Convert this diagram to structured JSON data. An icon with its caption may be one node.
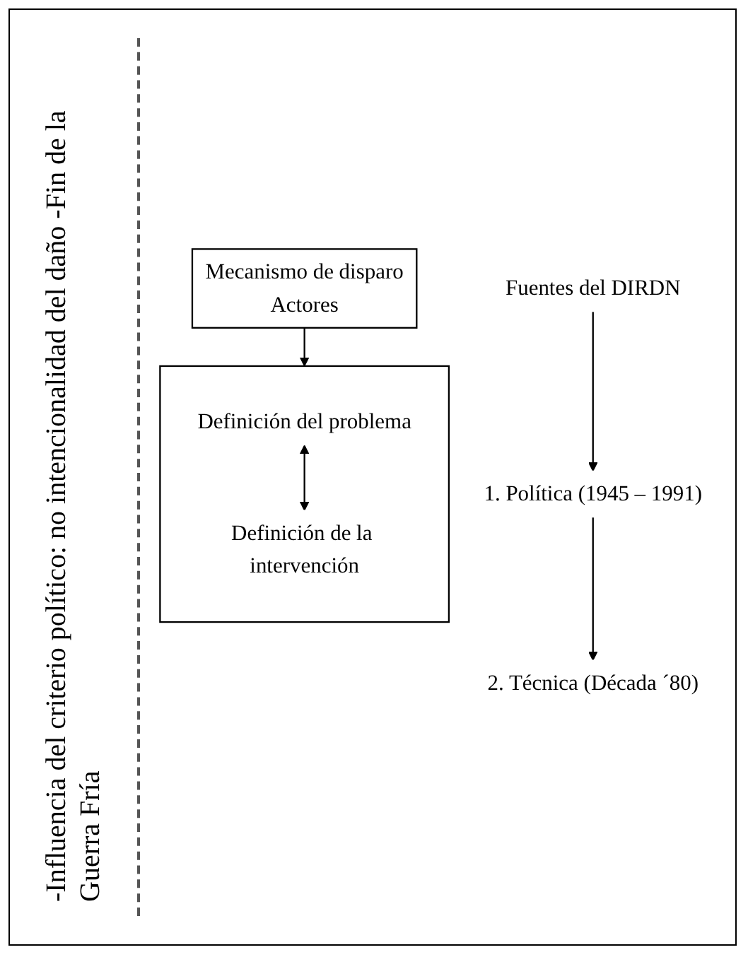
{
  "diagram": {
    "nodes": [
      {
        "text": [
          "Fuentes del DIRDN"
        ]
      },
      {
        "text": [
          "1. Política (1945 – 1991)"
        ]
      },
      {
        "text": [
          "2. Técnica (Década ´80)"
        ]
      },
      {
        "text": [
          "Mecanismo de disparo",
          "Actores"
        ]
      },
      {
        "text": [],
        "shape": "box"
      },
      {
        "text": [
          "Definición del problema"
        ],
        "in": 4
      },
      {
        "text": [
          "Definición de la intervención"
        ],
        "in": 4
      }
    ],
    "edges": [
      {
        "from": 0,
        "to": 1,
        "arrow": "to"
      },
      {
        "from": 1,
        "to": 2,
        "arrow": "to"
      },
      {
        "from": 3,
        "to": 4,
        "arrow": "to"
      },
      {
        "from": 5,
        "to": 6,
        "arrow": "both"
      }
    ],
    "labels": [
      "-Influencia del criterio político: no intencionalidad del daño -Fin de la Guerra Fría"
    ]
  }
}
